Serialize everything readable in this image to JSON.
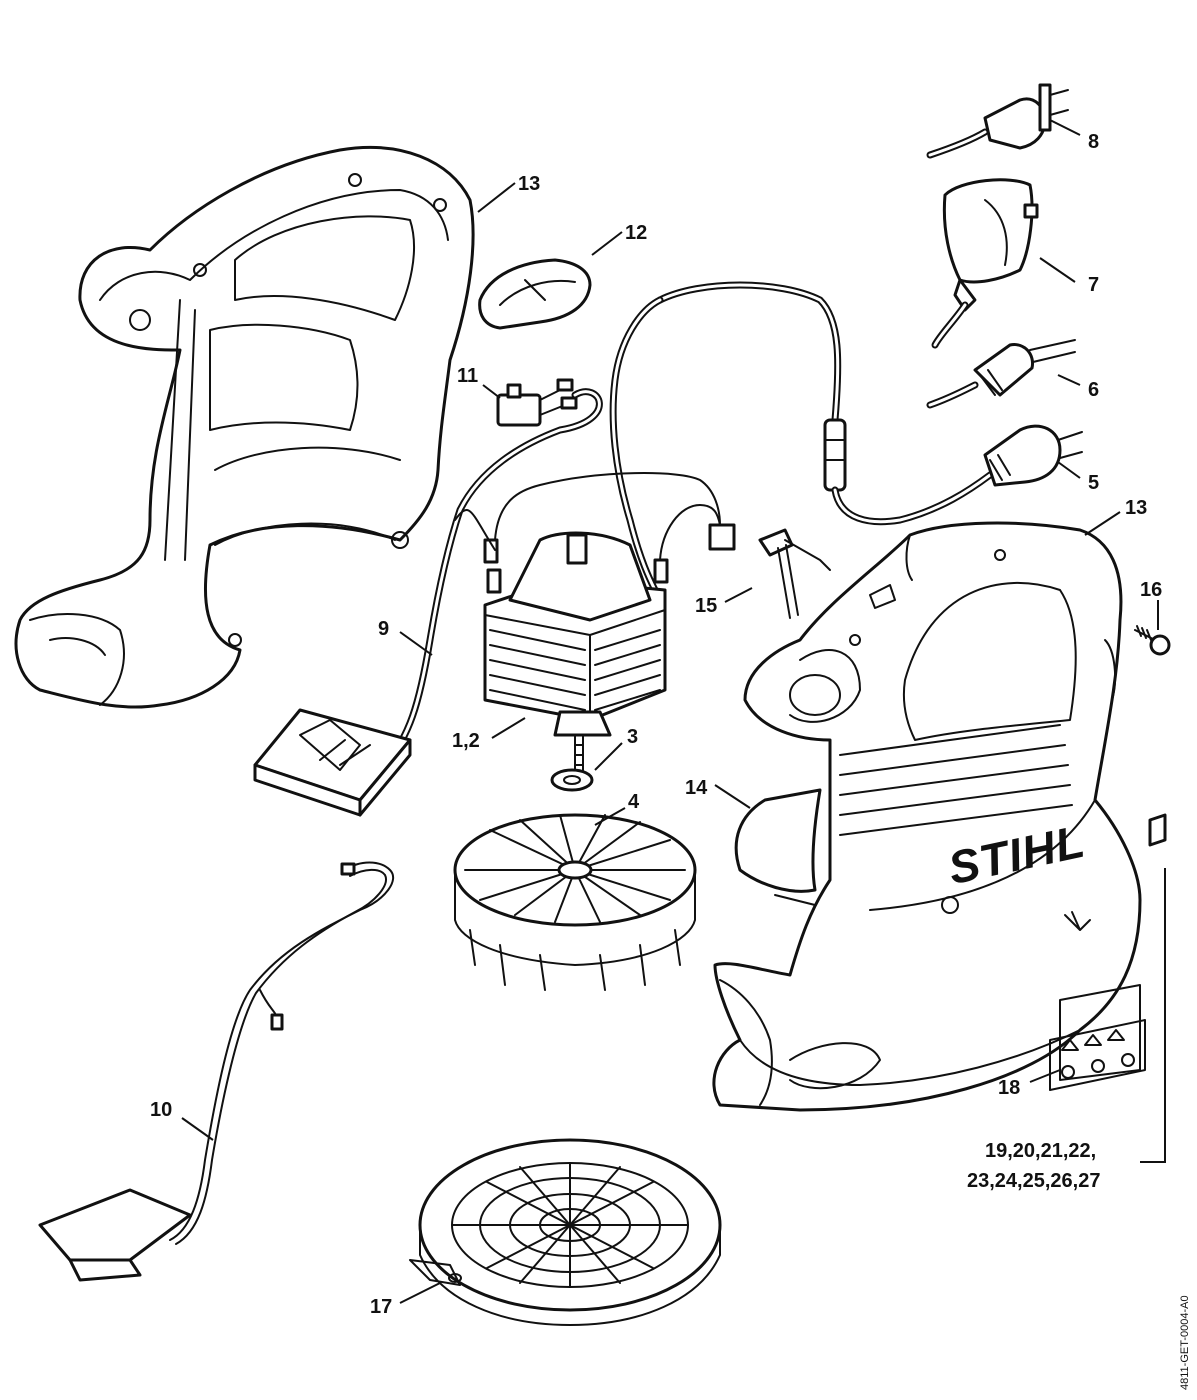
{
  "diagram": {
    "brand": "STIHL",
    "drawing_number": "4811-GET-0004-A0",
    "callouts": [
      {
        "id": "c13a",
        "text": "13"
      },
      {
        "id": "c12",
        "text": "12"
      },
      {
        "id": "c11",
        "text": "11"
      },
      {
        "id": "c8",
        "text": "8"
      },
      {
        "id": "c7",
        "text": "7"
      },
      {
        "id": "c6",
        "text": "6"
      },
      {
        "id": "c5",
        "text": "5"
      },
      {
        "id": "c13b",
        "text": "13"
      },
      {
        "id": "c16",
        "text": "16"
      },
      {
        "id": "c15",
        "text": "15"
      },
      {
        "id": "c9",
        "text": "9"
      },
      {
        "id": "c12m",
        "text": "1,2"
      },
      {
        "id": "c3",
        "text": "3"
      },
      {
        "id": "c4",
        "text": "4"
      },
      {
        "id": "c14",
        "text": "14"
      },
      {
        "id": "c18",
        "text": "18"
      },
      {
        "id": "c19a",
        "text": "19,20,21,22,"
      },
      {
        "id": "c19b",
        "text": "23,24,25,26,27"
      },
      {
        "id": "c10",
        "text": "10"
      },
      {
        "id": "c17",
        "text": "17"
      }
    ]
  }
}
